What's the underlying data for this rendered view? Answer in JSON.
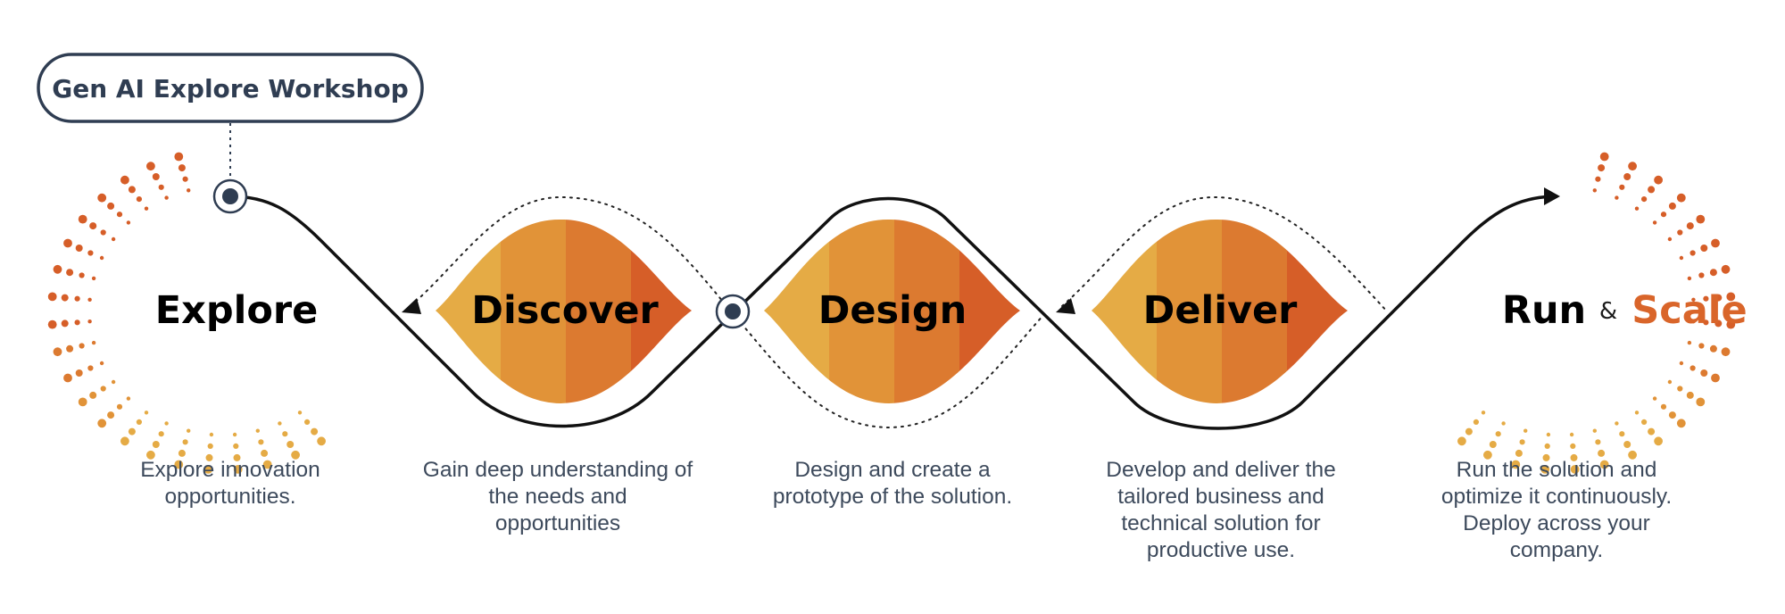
{
  "workshop": {
    "label": "Gen AI Explore Workshop"
  },
  "phases": [
    {
      "id": "explore",
      "label": "Explore",
      "description": [
        "Explore innovation",
        "opportunities."
      ]
    },
    {
      "id": "discover",
      "label": "Discover",
      "description": [
        "Gain deep understanding of",
        "the needs and",
        "opportunities"
      ]
    },
    {
      "id": "design",
      "label": "Design",
      "description": [
        "Design and create a",
        "prototype of the solution."
      ]
    },
    {
      "id": "deliver",
      "label": "Deliver",
      "description": [
        "Develop and deliver the",
        "tailored business and",
        "technical solution for",
        "productive use."
      ]
    },
    {
      "id": "run",
      "label": "Run",
      "description": [
        "Run the solution and",
        "optimize it continuously.",
        "Deploy across your",
        "company."
      ]
    }
  ],
  "run_scale": {
    "run": "Run",
    "amp": "&",
    "scale": "Scale"
  },
  "colors": {
    "petal_1": "#e5ab45",
    "petal_2": "#e19338",
    "petal_3": "#dc7a30",
    "petal_4": "#d65e28",
    "scale_text": "#d9652a",
    "dark": "#2f3d52",
    "desc_text": "#3d4a5c"
  }
}
